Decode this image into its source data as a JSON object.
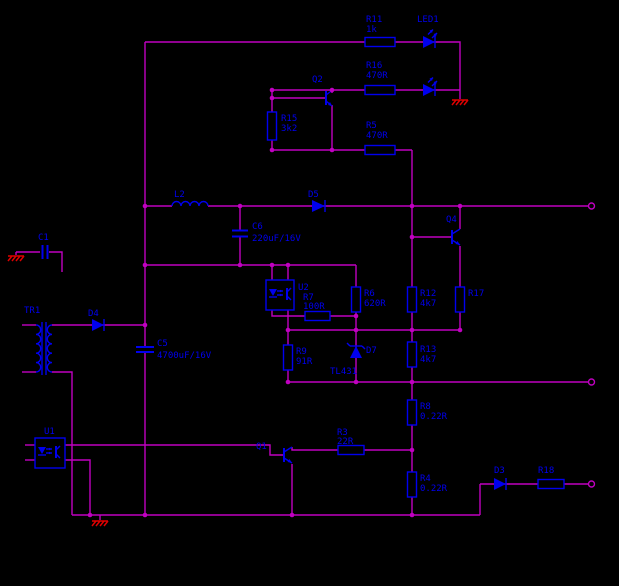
{
  "schematic": {
    "colors": {
      "background": "#000000",
      "wire": "#c000c0",
      "component": "#0000ee",
      "ground": "#e00000"
    },
    "components": {
      "r11": {
        "ref": "R11",
        "value": "1k"
      },
      "led1": {
        "ref": "LED1"
      },
      "r16": {
        "ref": "R16",
        "value": "470R"
      },
      "q2": {
        "ref": "Q2"
      },
      "r15": {
        "ref": "R15",
        "value": "3k2"
      },
      "r5": {
        "ref": "R5",
        "value": "470R"
      },
      "l2": {
        "ref": "L2"
      },
      "d5": {
        "ref": "D5"
      },
      "c6": {
        "ref": "C6",
        "value": "220uF/16V"
      },
      "q4": {
        "ref": "Q4"
      },
      "c1": {
        "ref": "C1"
      },
      "tr1": {
        "ref": "TR1"
      },
      "d4": {
        "ref": "D4"
      },
      "c5": {
        "ref": "C5",
        "value": "4700uF/16V"
      },
      "u2": {
        "ref": "U2"
      },
      "r7": {
        "ref": "R7",
        "value": "100R"
      },
      "r6": {
        "ref": "R6",
        "value": "620R"
      },
      "r12": {
        "ref": "R12",
        "value": "4k7"
      },
      "r17": {
        "ref": "R17"
      },
      "r9": {
        "ref": "R9",
        "value": "91R"
      },
      "d7": {
        "ref": "D7",
        "value": "TL431"
      },
      "r13": {
        "ref": "R13",
        "value": "4k7"
      },
      "u1": {
        "ref": "U1"
      },
      "q1": {
        "ref": "Q1"
      },
      "r3": {
        "ref": "R3",
        "value": "22R"
      },
      "r8": {
        "ref": "R8",
        "value": "0.22R"
      },
      "r4": {
        "ref": "R4",
        "value": "0.22R"
      },
      "d3": {
        "ref": "D3"
      },
      "r18": {
        "ref": "R18"
      }
    }
  }
}
